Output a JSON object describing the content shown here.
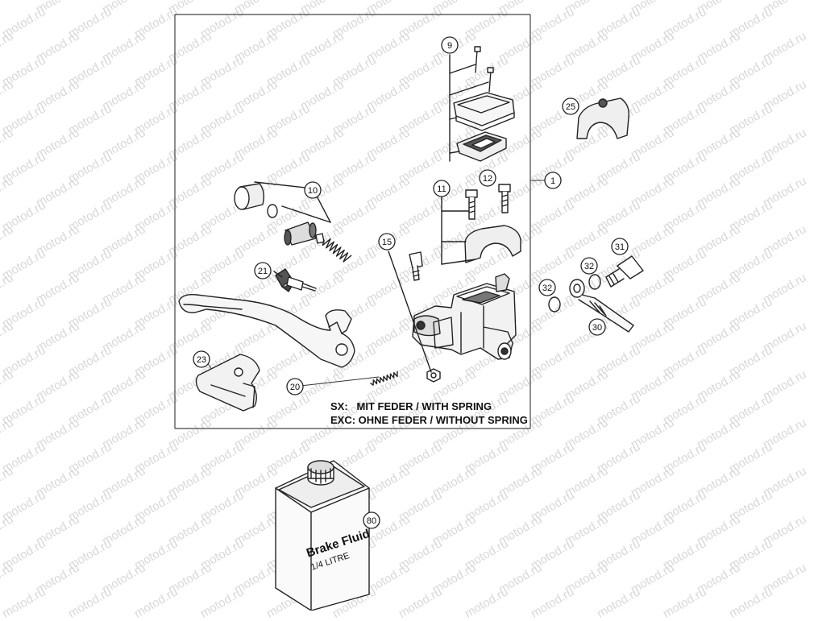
{
  "diagram": {
    "part_numbers": {
      "p1": "1",
      "p9": "9",
      "p10": "10",
      "p11": "11",
      "p12": "12",
      "p15": "15",
      "p20": "20",
      "p21": "21",
      "p23": "23",
      "p25": "25",
      "p30": "30",
      "p31": "31",
      "p32a": "32",
      "p32b": "32",
      "p80": "80"
    },
    "notes": {
      "sx": "SX:   MIT FEDER / WITH SPRING",
      "exc": "EXC: OHNE FEDER / WITHOUT SPRING"
    },
    "bottle": {
      "line1": "Brake Fluid",
      "line2": "1/4 LITRE"
    },
    "watermark": "motod.ru"
  }
}
